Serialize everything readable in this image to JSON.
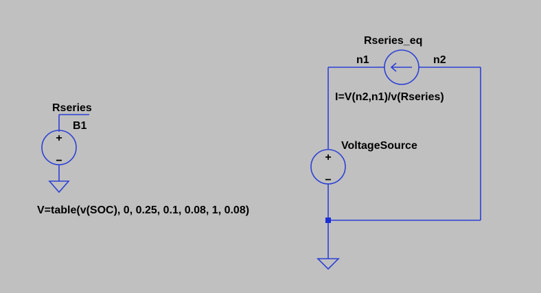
{
  "colors": {
    "background": "#c0c0c0",
    "wire": "#2b3fd6",
    "text": "#000000"
  },
  "b1": {
    "net_label": "Rseries",
    "instance_name": "B1",
    "value": "V=table(v(SOC), 0, 0.25, 0.1, 0.08, 1, 0.08)"
  },
  "rseries_eq": {
    "instance_name": "Rseries_eq",
    "node_left": "n1",
    "node_right": "n2",
    "value": "I=V(n2,n1)/v(Rseries)"
  },
  "voltage_source": {
    "instance_name": "VoltageSource",
    "plus": "+",
    "minus": "−"
  },
  "b1_symbol": {
    "plus": "+",
    "minus": "−"
  }
}
